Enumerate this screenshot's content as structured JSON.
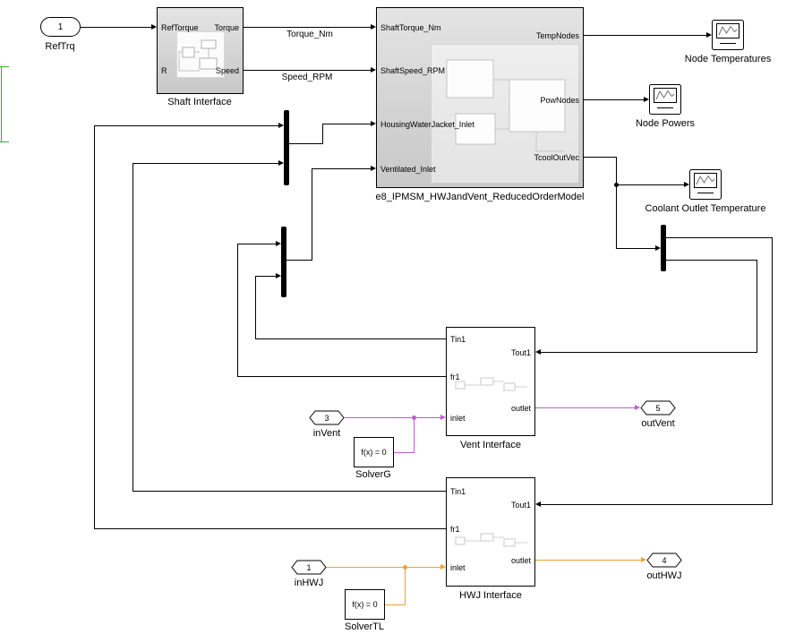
{
  "colors": {
    "wire": "#000000",
    "green": "#2db22d",
    "magenta": "#bb5fc8",
    "orange": "#e9a13c"
  },
  "inports": {
    "refTrq": {
      "number": "1",
      "label": "RefTrq"
    },
    "inVent": {
      "number": "3",
      "label": "inVent"
    },
    "inHWJ": {
      "number": "1",
      "label": "inHWJ"
    }
  },
  "outports": {
    "outVent": {
      "number": "5",
      "label": "outVent"
    },
    "outHWJ": {
      "number": "4",
      "label": "outHWJ"
    }
  },
  "blocks": {
    "shaft_interface": {
      "name": "Shaft Interface",
      "ports": {
        "in_top": "RefTorque",
        "out_top": "Torque",
        "in_bottom": "R",
        "out_bottom": "Speed"
      }
    },
    "rom": {
      "name": "e8_IPMSM_HWJandVent_ReducedOrderModel",
      "inputs": [
        "ShaftTorque_Nm",
        "ShaftSpeed_RPM",
        "HousingWaterJacket_Inlet",
        "Ventilated_Inlet"
      ],
      "outputs": [
        "TempNodes",
        "PowNodes",
        "TcoolOutVec"
      ]
    },
    "vent_interface": {
      "name": "Vent Interface",
      "ports": {
        "tin": "Tin1",
        "tout": "Tout1",
        "fr": "fr1",
        "inlet": "inlet",
        "outlet": "outlet"
      }
    },
    "hwj_interface": {
      "name": "HWJ Interface",
      "ports": {
        "tin": "Tin1",
        "tout": "Tout1",
        "fr": "fr1",
        "inlet": "inlet",
        "outlet": "outlet"
      }
    },
    "solver_g": {
      "expr": "f(x) = 0",
      "name": "SolverG"
    },
    "solver_tl": {
      "expr": "f(x) = 0",
      "name": "SolverTL"
    }
  },
  "scopes": {
    "node_temperatures": {
      "name": "Node Temperatures"
    },
    "node_powers": {
      "name": "Node Powers"
    },
    "coolant_outlet_temperature": {
      "name": "Coolant Outlet Temperature"
    }
  },
  "signal_labels": {
    "torque": "Torque_Nm",
    "speed": "Speed_RPM"
  }
}
